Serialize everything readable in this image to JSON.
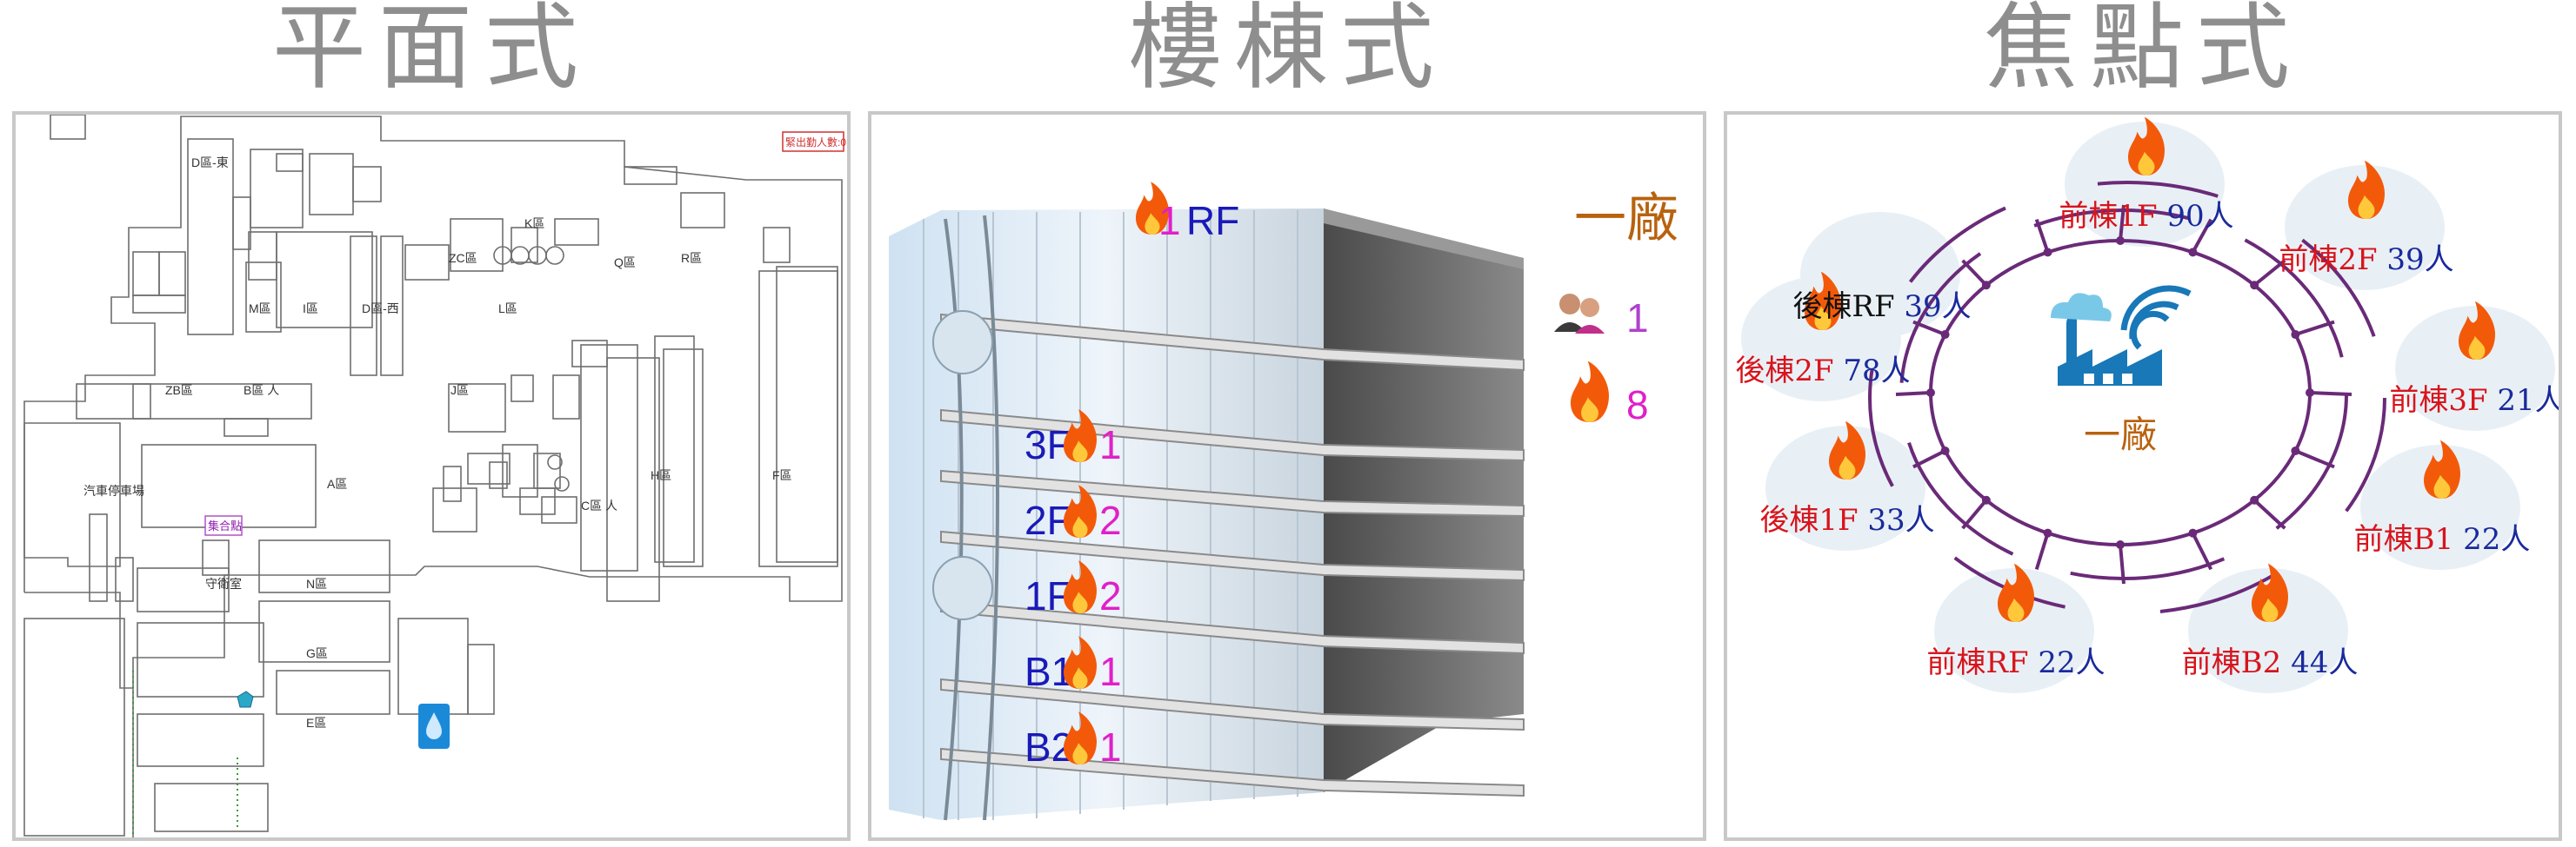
{
  "titles": {
    "plan": "平面式",
    "building": "樓棟式",
    "focus": "焦點式"
  },
  "plan": {
    "badge": "緊出勤人數:0",
    "zones": {
      "d_east": "D區-東",
      "k": "K區",
      "zc": "ZC區",
      "q": "Q區",
      "r": "R區",
      "m": "M區",
      "i": "I區",
      "d_west": "D區-西",
      "l": "L區",
      "zb": "ZB區",
      "b": "B區 人",
      "j": "J區",
      "parking": "汽車停車場",
      "a": "A區",
      "c": "C區 人",
      "h": "H區",
      "f": "F區",
      "assembly": "集合點",
      "guard": "守衛室",
      "n": "N區",
      "g": "G區",
      "e": "E區"
    }
  },
  "building": {
    "factory_name": "一廠",
    "people_count": "1",
    "fire_count": "8",
    "floors": [
      {
        "label": "RF",
        "count": "1"
      },
      {
        "label": "3F",
        "count": "1"
      },
      {
        "label": "2F",
        "count": "2"
      },
      {
        "label": "1F",
        "count": "2"
      },
      {
        "label": "B1",
        "count": "1"
      },
      {
        "label": "B2",
        "count": "1"
      }
    ],
    "colors": {
      "floor_label": "#1a1ab8",
      "count": "#e020c8",
      "factory": "#b8620e",
      "fire": "#f25a0a"
    }
  },
  "focus": {
    "factory_name": "一廠",
    "nodes": [
      {
        "area": "前棟1F",
        "count": "90人",
        "fire": true
      },
      {
        "area": "前棟2F",
        "count": "39人",
        "fire": true
      },
      {
        "area": "前棟3F",
        "count": "21人",
        "fire": true
      },
      {
        "area": "前棟B1",
        "count": "22人",
        "fire": true
      },
      {
        "area": "前棟B2",
        "count": "44人",
        "fire": true
      },
      {
        "area": "前棟RF",
        "count": "22人",
        "fire": true
      },
      {
        "area": "後棟1F",
        "count": "33人",
        "fire": true
      },
      {
        "area": "後棟2F",
        "count": "78人",
        "fire": true
      },
      {
        "area": "後棟RF",
        "count": "39人",
        "fire": false
      }
    ],
    "colors": {
      "area_fire": "#d8141c",
      "area_plain": "#111111",
      "count": "#1a2a9c",
      "ring": "#6a2a78",
      "icon": "#1878b8",
      "factory": "#b8620e"
    }
  }
}
